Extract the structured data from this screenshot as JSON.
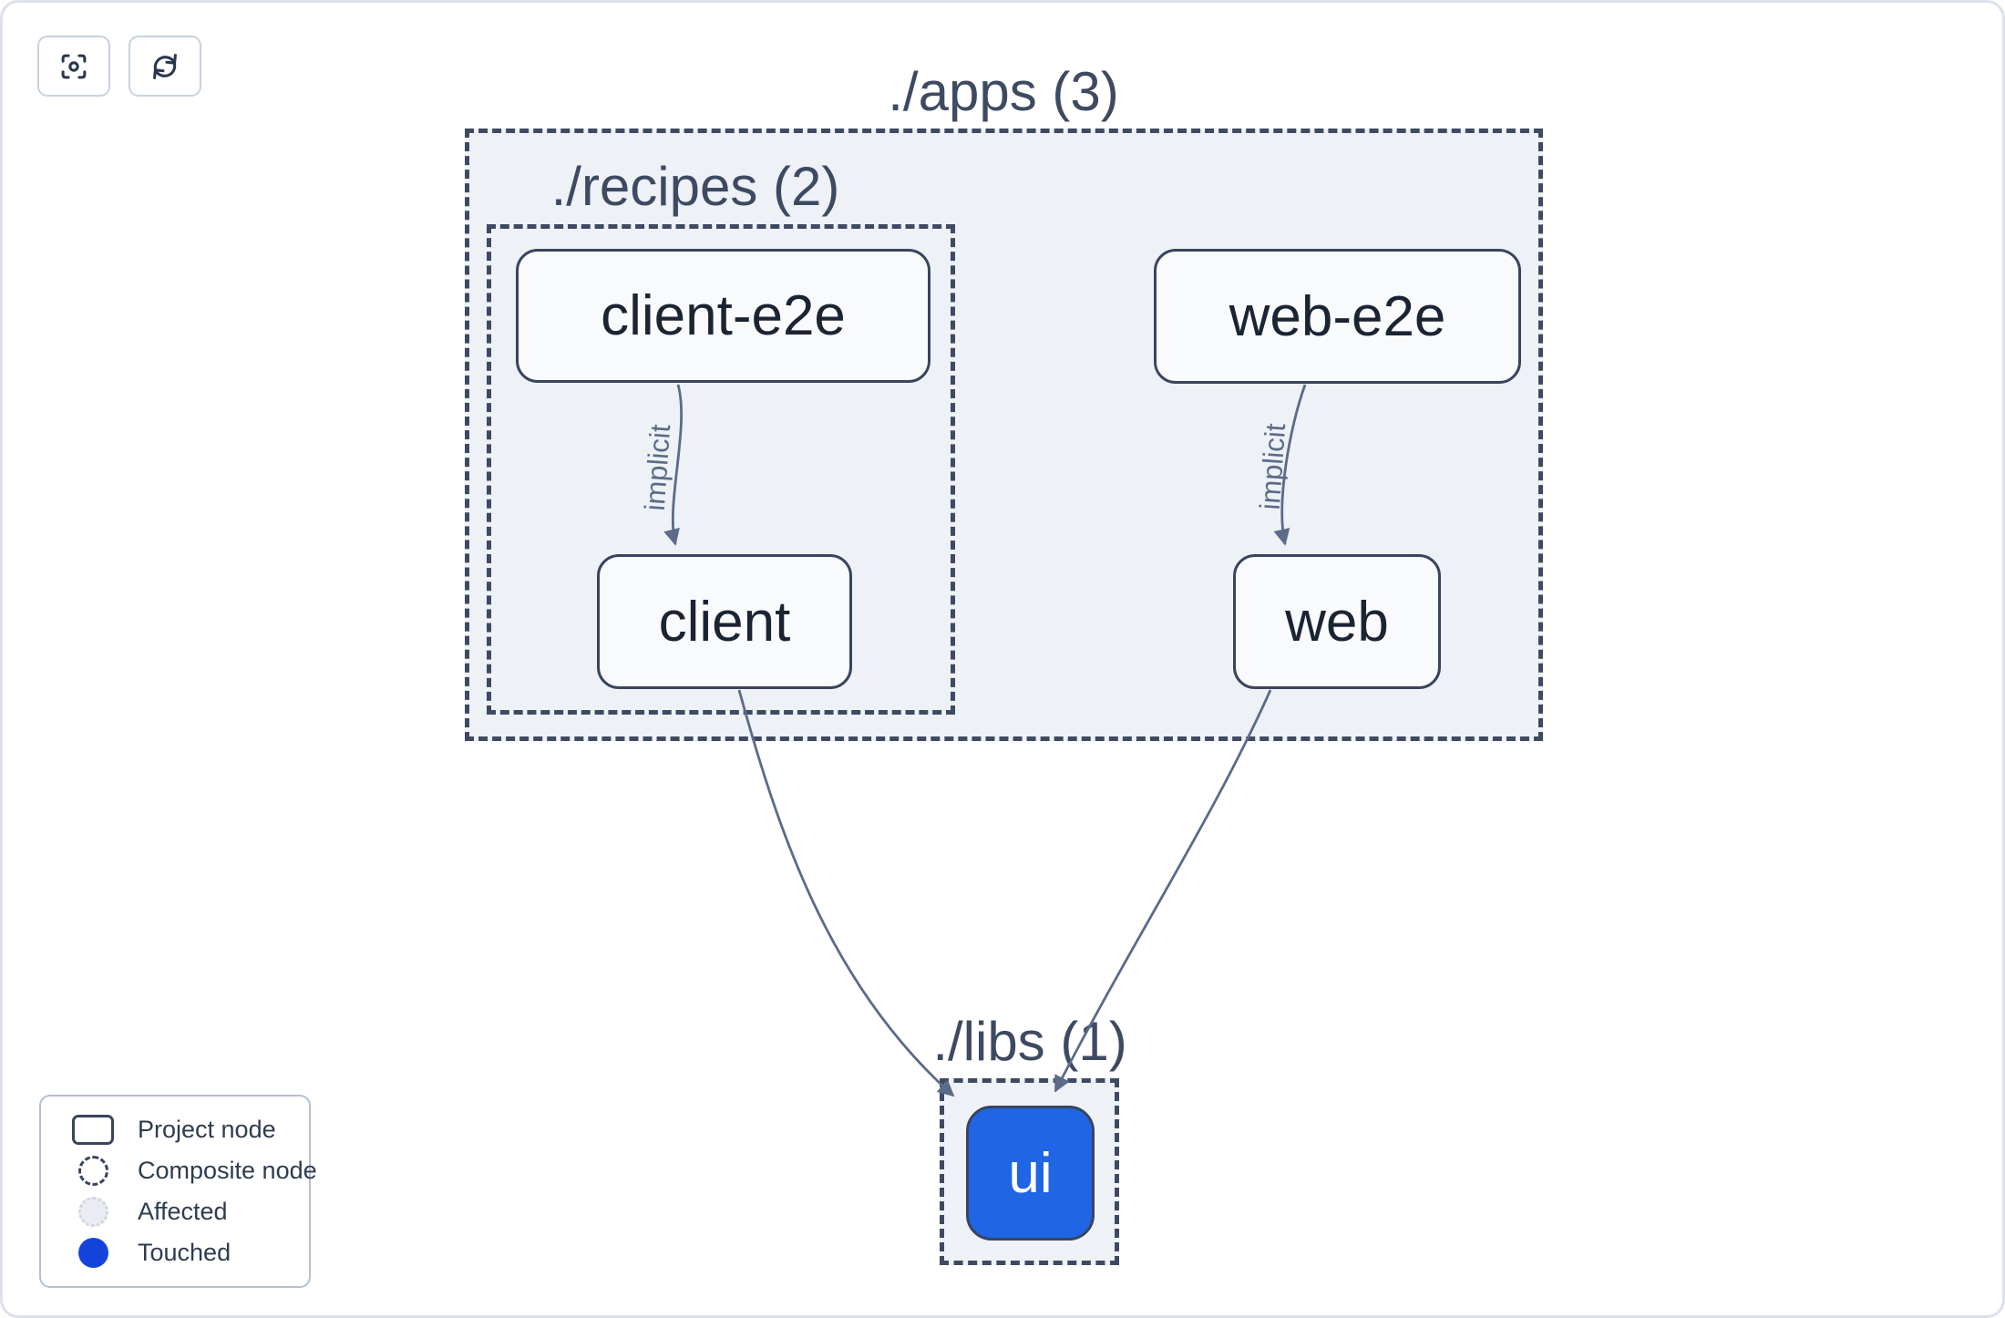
{
  "toolbar": {
    "focus_button": {
      "icon": "focus-center-icon"
    },
    "refresh_button": {
      "icon": "refresh-icon"
    }
  },
  "graph": {
    "containers": [
      {
        "id": "apps",
        "label": "./apps (3)"
      },
      {
        "id": "recipes",
        "label": "./recipes (2)"
      },
      {
        "id": "libs",
        "label": "./libs (1)"
      }
    ],
    "nodes": [
      {
        "id": "client-e2e",
        "label": "client-e2e",
        "state": "default"
      },
      {
        "id": "web-e2e",
        "label": "web-e2e",
        "state": "default"
      },
      {
        "id": "client",
        "label": "client",
        "state": "default"
      },
      {
        "id": "web",
        "label": "web",
        "state": "default"
      },
      {
        "id": "ui",
        "label": "ui",
        "state": "touched"
      }
    ],
    "edges": [
      {
        "from": "client-e2e",
        "to": "client",
        "label": "implicit"
      },
      {
        "from": "web-e2e",
        "to": "web",
        "label": "implicit"
      },
      {
        "from": "client",
        "to": "ui",
        "label": ""
      },
      {
        "from": "web",
        "to": "ui",
        "label": ""
      }
    ]
  },
  "legend": {
    "items": [
      {
        "label": "Project node",
        "swatch": "project-node-swatch"
      },
      {
        "label": "Composite node",
        "swatch": "composite-node-swatch"
      },
      {
        "label": "Affected",
        "swatch": "affected-swatch"
      },
      {
        "label": "Touched",
        "swatch": "touched-swatch"
      }
    ]
  },
  "colors": {
    "touched_blue": "#1443dc",
    "node_blue": "#2065e4",
    "edge_slate": "#5b6b88",
    "container_fill": "#eef1f6",
    "dash_border": "#3e4a61"
  }
}
